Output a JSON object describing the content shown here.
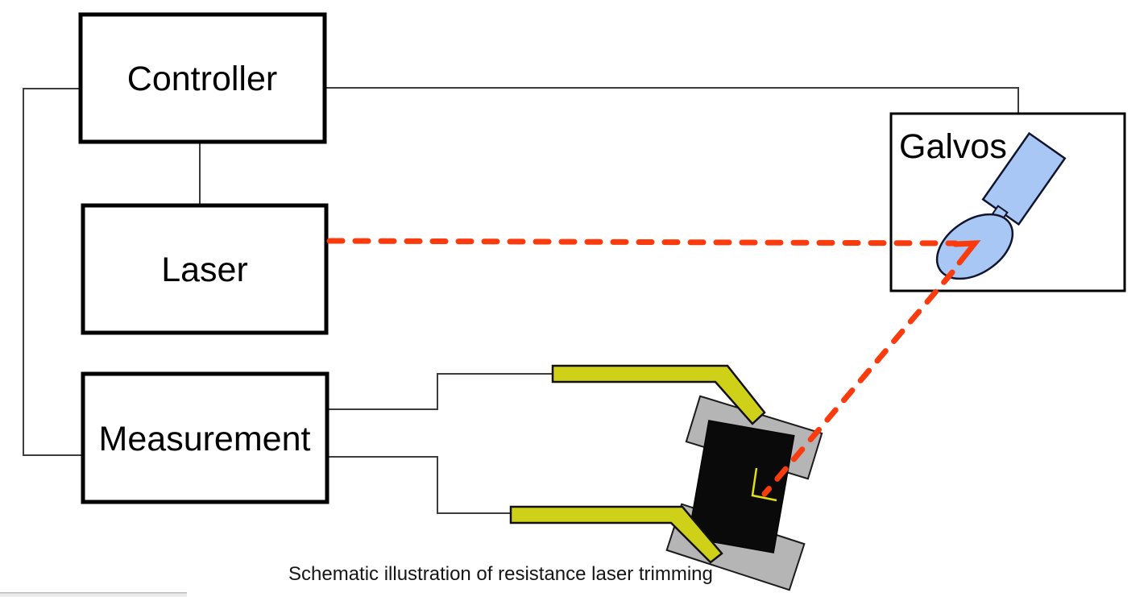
{
  "diagram": {
    "boxes": {
      "controller": {
        "label": "Controller"
      },
      "laser": {
        "label": "Laser"
      },
      "measurement": {
        "label": "Measurement"
      },
      "galvos": {
        "label": "Galvos"
      }
    },
    "caption": "Schematic illustration of resistance laser trimming",
    "colors": {
      "beam_red": "#f93b0d",
      "probe_yellow": "#cfd118",
      "trim_yellow": "#e3e010",
      "galvo_blue": "#a9c7f5",
      "pad_gray": "#b5b5b5",
      "resistor_black": "#0a0a0a",
      "wire_gray": "#3d3d3d",
      "box_border": "#000000"
    }
  }
}
